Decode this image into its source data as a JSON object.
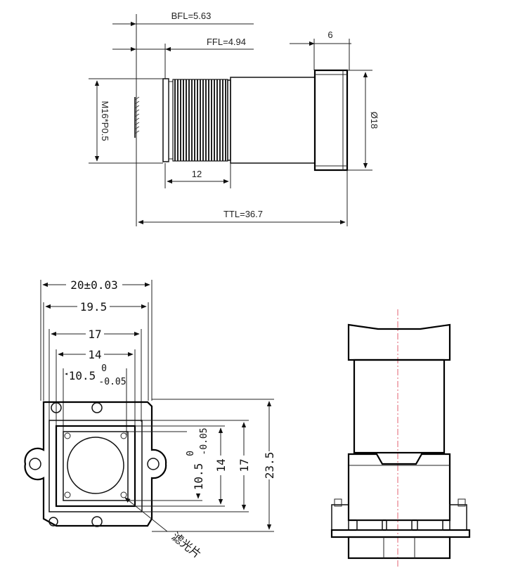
{
  "side_view": {
    "bfl": "BFL=5.63",
    "ffl": "FFL=4.94",
    "top_width": "6",
    "thread": "M16*P0.5",
    "diameter": "Ø18",
    "thread_length": "12",
    "ttl": "TTL=36.7"
  },
  "holder_view": {
    "w_outer": "20±0.03",
    "w_19": "19.5",
    "w_17": "17",
    "w_14": "14",
    "w_105": "10.5",
    "tol_upper": "0",
    "tol_lower": "-0.05",
    "h_235": "23.5",
    "h_17": "17",
    "h_14": "14",
    "h_105": "10.5",
    "filter_label": "滤光片"
  },
  "assembly_view": {}
}
